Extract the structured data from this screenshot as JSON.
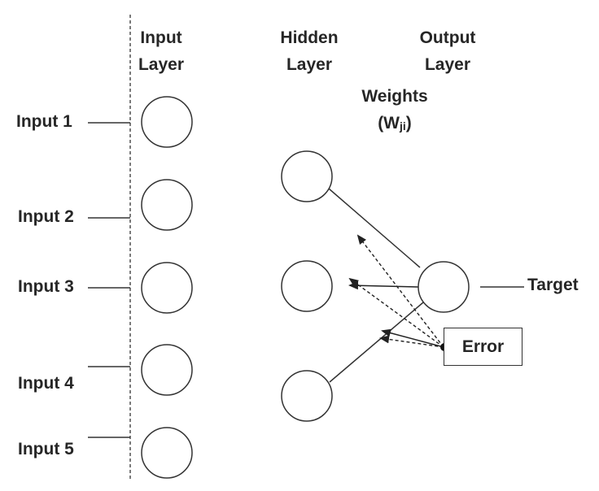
{
  "layers": {
    "input": [
      "Input",
      "Layer"
    ],
    "hidden": [
      "Hidden",
      "Layer"
    ],
    "output": [
      "Output",
      "Layer"
    ]
  },
  "weights": {
    "title": "Weights",
    "open": "(W",
    "subscript": "ji",
    "close": ")"
  },
  "inputs": [
    "Input 1",
    "Input 2",
    "Input 3",
    "Input 4",
    "Input 5"
  ],
  "target": "Target",
  "error": "Error",
  "colors": {
    "stroke": "#333333",
    "text": "#262626"
  }
}
